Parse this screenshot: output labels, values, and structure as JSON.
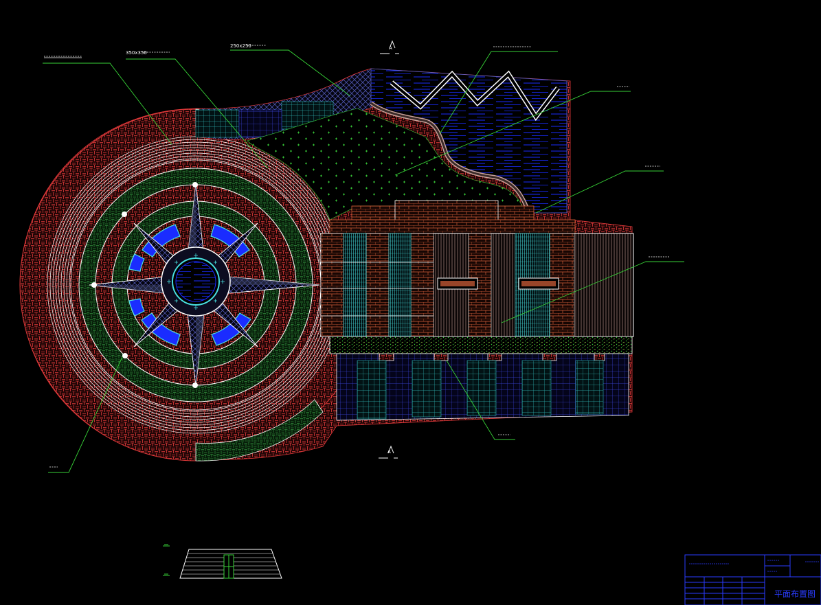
{
  "drawing": {
    "section_mark_top": "A",
    "section_mark_bottom": "A"
  },
  "labels": {
    "size_350": "350x350",
    "size_250": "250x250"
  },
  "title_block": {
    "title": "平面布置图"
  },
  "colors": {
    "background": "#000000",
    "red_paving": "#e0393a",
    "green_paving": "#2f8a3a",
    "white_line": "#ffffff",
    "cyan": "#48e0e0",
    "blue_water": "#1a2cff",
    "leader_green": "#37d237",
    "orange_wall": "#d9623a",
    "yellow_green_dots": "#c8ff58"
  }
}
